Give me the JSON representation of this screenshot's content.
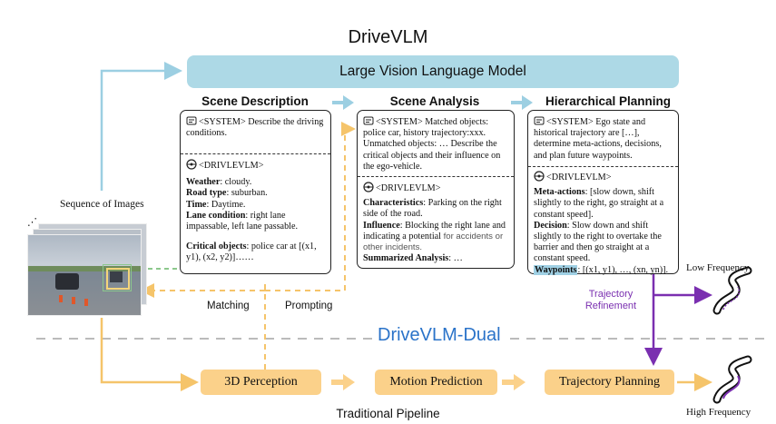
{
  "title": "DriveVLM",
  "lvlm_label": "Large Vision Language Model",
  "stages": [
    "Scene Description",
    "Scene Analysis",
    "Hierarchical Planning"
  ],
  "sequence_label": "Sequence of Images",
  "scene_description": {
    "system": "<SYSTEM> Describe the driving conditions.",
    "agent": "<DRIVLEVLM>",
    "weather_key": "Weather",
    "weather_val": ": cloudy.",
    "road_key": "Road type",
    "road_val": ": suburban.",
    "time_key": "Time",
    "time_val": ": Daytime.",
    "lane_key": "Lane condition",
    "lane_val": ": right lane impassable, left lane passable.",
    "critical_key": "Critical objects",
    "critical_val": ": police car at [(x1, y1), (x2, y2)]……"
  },
  "scene_analysis": {
    "system": "<SYSTEM> Matched objects: police car, history trajectory:xxx. Unmatched objects: … Describe the critical objects and their influence on the ego-vehicle.",
    "agent": "<DRIVLEVLM>",
    "char_key": "Characteristics",
    "char_val": ": Parking on the right side of the road.",
    "infl_key": "Influence",
    "infl_val": ": Blocking the right lane and indicating a potential ",
    "infl_gray": "for accidents or other incidents.",
    "summ_key": "Summarized Analysis",
    "summ_val": ": …"
  },
  "hierarchical_planning": {
    "system": "<SYSTEM> Ego state and historical trajectory are […], determine meta-actions, decisions, and plan future waypoints.",
    "agent": "<DRIVLEVLM>",
    "meta_key": "Meta-actions",
    "meta_val": ": [slow down, shift slightly to the right, go straight at a constant speed].",
    "dec_key": "Decision",
    "dec_val": ": Slow down and shift slightly to the right to overtake the barrier and then go straight at a constant speed.",
    "way_key": "Waypoints",
    "way_val": ": [(x1, y1), …, (xn, yn)]."
  },
  "matching_label": "Matching",
  "prompting_label": "Prompting",
  "traj_refinement": "Trajectory Refinement",
  "low_freq": "Low Frequency",
  "high_freq": "High Frequency",
  "dual_label": "DriveVLM-Dual",
  "pipeline": [
    "3D Perception",
    "Motion Prediction",
    "Trajectory Planning"
  ],
  "traditional_label": "Traditional Pipeline",
  "colors": {
    "lvlm": "#add9e6",
    "arrow_blue": "#9ccfe2",
    "orange": "#fbd18a",
    "orange_line": "#f5c46a",
    "purple": "#7a2fb0",
    "dual": "#2a73c9"
  }
}
